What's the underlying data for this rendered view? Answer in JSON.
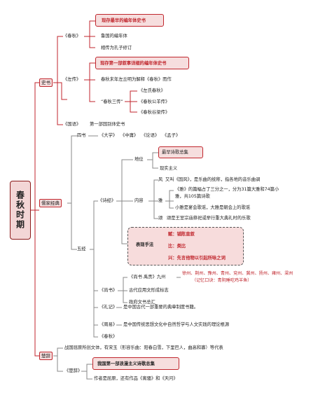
{
  "root": "春秋时期",
  "shishu": {
    "label": "史书",
    "chunqiu": {
      "label": "《春秋》",
      "items": [
        "现存最早的编年体史书",
        "鲁国的编年体",
        "相传为孔子修订"
      ]
    },
    "zuozhuan": {
      "label": "《左传》",
      "item1": "现存第一部叙事详细的编年体史书",
      "item2": "春秋末年左丘明为解释《春秋》而作",
      "sanzhuan_label": "“春秋三传”",
      "sanzhuan": [
        "《左氏春秋》",
        "《春秋公羊传》",
        "《春秋谷梁传》"
      ]
    },
    "guoyu": {
      "label": "《国语》",
      "desc": "第一部国别体史书"
    }
  },
  "rujia": {
    "label": "儒家经典",
    "sishu": {
      "label": "四书",
      "items": [
        "《大学》",
        "《中庸》",
        "《论语》",
        "《孟子》"
      ]
    },
    "wujing": {
      "label": "五经",
      "shijing": {
        "label": "《诗经》",
        "diwei": {
          "label": "地位",
          "items": [
            "最早诗歌总集",
            "现实主义"
          ]
        },
        "neirong": {
          "label": "内容",
          "feng": {
            "label": "风",
            "text": "又叫《国风》，是乐曲的统称，指各地的音乐曲调"
          },
          "ya": {
            "label": "雅",
            "line1": "《雅》的篇幅占了三分之一，分为31篇大雅和74篇小",
            "line2": "雅，共105篇诗歌",
            "line3": "小雅是宴会歌谣，大雅是朝会上的歌谣"
          },
          "song": {
            "label": "颂",
            "text": "颂是王室宗庙祭祀或举行重大典礼时的乐歌"
          }
        },
        "shoufa": {
          "label": "表现手法",
          "fu": "赋：铺陈直叙",
          "bi": "比：类比",
          "xing": "兴：先言他物以引起所咏之词"
        }
      },
      "shangshu": {
        "label": "《尚书》",
        "yugong_label": "《尚书 禹贡》九州",
        "jiuzhou_line1": "徐州、荆州、豫州、青州、兖州、冀州、扬州、雍州、梁州",
        "jiuzhou_line2": "（记忆口诀：青阴睡吃鸡羊鱼）",
        "items": [
          "古代应用文形成标志",
          "政府文书总汇"
        ]
      },
      "liji": {
        "label": "《礼记》",
        "desc": "是中国古代一部重要的典章制度书籍。"
      },
      "zhouyi": {
        "label": "《周易》",
        "desc": "是中国传统思想文化中自然哲学与人文实践的理论根源"
      },
      "chunqiu": {
        "label": "《春秋》"
      }
    }
  },
  "chuci": {
    "label": "楚辞",
    "desc": "战国屈原所创文体，有宋玉（形容乐曲：阳春白雪，下里巴人，曲高和寡）等代表",
    "book": {
      "label": "《楚辞》",
      "items": [
        "我国第一部浪漫主义诗歌总集",
        "作者是屈原，还有作品《离骚》和《天问》"
      ]
    }
  },
  "colors": {
    "accent": "#c0262d",
    "box_fill": "#f6dede",
    "root_border": "#8b1a1a"
  }
}
